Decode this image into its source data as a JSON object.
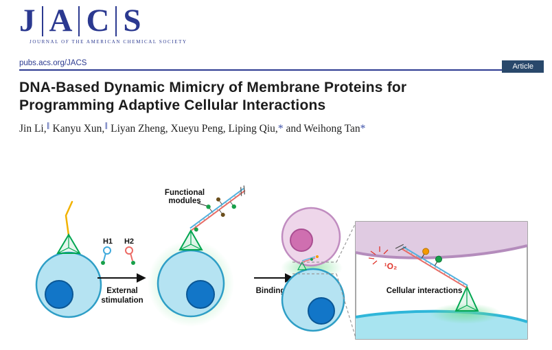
{
  "journal": {
    "letters": [
      "J",
      "A",
      "C",
      "S"
    ],
    "tagline": "JOURNAL OF THE AMERICAN CHEMICAL SOCIETY",
    "link": "pubs.acs.org/JACS",
    "badge": "Article"
  },
  "article": {
    "title_line1": "DNA-Based Dynamic Mimicry of Membrane Proteins for",
    "title_line2": "Programming Adaptive Cellular Interactions",
    "authors": {
      "a1": "Jin Li,",
      "a1_mark": "∥",
      "a2": " Kanyu Xun,",
      "a2_mark": "∥",
      "a3": " Liyan Zheng, Xueyu Peng, Liping Qiu,",
      "a3_mark": "*",
      "a4": " and Weihong Tan",
      "a4_mark": "*"
    }
  },
  "figure": {
    "h1": "H1",
    "h2": "H2",
    "external_line1": "External",
    "external_line2": "stimulation",
    "functional_line1": "Functional",
    "functional_line2": "modules",
    "binding": "Binding",
    "singlet_oxygen": "¹O₂",
    "cellular_interactions": "Cellular interactions"
  },
  "colors": {
    "brand_blue": "#2b3990",
    "badge_bg": "#29486b",
    "cell_fill": "#b5e3f2",
    "cell_stroke": "#2e9ec6",
    "nucleus": "#1276c8",
    "tetrahedron_green": "#00a651",
    "glow_green": "#6edc8c",
    "target_cell_fill": "#eed6ea",
    "target_nucleus": "#cf6fb0",
    "membrane_purple": "#e0cbe2",
    "membrane_cyan": "#a8e4f0",
    "duplex_red": "#ec6a64",
    "duplex_blue": "#4fb2e2",
    "module_orange": "#f59a00",
    "module_green": "#18a04a",
    "strand_yellow": "#f2b200",
    "singlet_oxygen_red": "#e0342a"
  }
}
